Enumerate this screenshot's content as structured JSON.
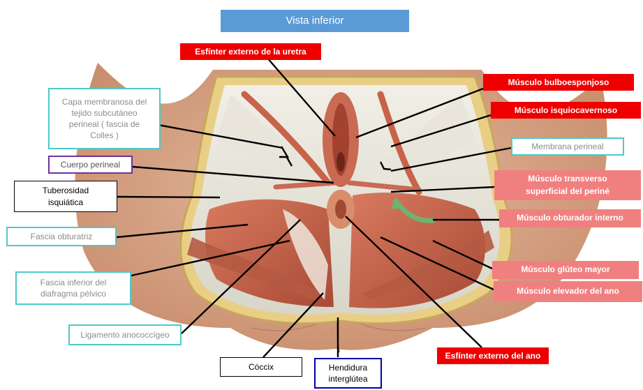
{
  "title": "Vista  inferior",
  "labels": {
    "esfinter_uretra": "Esfínter externo de la uretra",
    "bulboesponjoso": "Músculo bulboesponjoso",
    "isquiocavernoso": "Músculo isquiocavernoso",
    "membrana_perineal": "Membrana perineal",
    "transverso": "Músculo transverso\nsuperficial del periné",
    "obturador_interno": "Músculo  obturador interno",
    "gluteo_mayor": "Músculo glúteo mayor",
    "elevador_ano": "Músculo  elevador del ano",
    "esfinter_ano": "Esfínter externo del ano",
    "colles": "Capa membranosa del\ntejido subcutáneo\nperineal  ( fascia de\nColles )",
    "cuerpo_perineal": "Cuerpo perineal",
    "tuberosidad": "Tuberosidad\nisquiática",
    "fascia_obturatriz": "Fascia obturatriz",
    "fascia_inferior": "Fascia inferior del\ndiafragma pélvico",
    "ligamento": "Ligamento anococcígeo",
    "coccix": "Cóccix",
    "hendidura": "Hendidura\ninterglútea"
  },
  "colors": {
    "title_bg": "#5b9bd5",
    "red_label": "#ee0000",
    "pink_label": "#f08080",
    "teal_border": "#4ec9c9",
    "purple_border": "#7030a0",
    "navy_border": "#0000aa",
    "skin": "#d9a88a",
    "muscle": "#c8634a"
  }
}
